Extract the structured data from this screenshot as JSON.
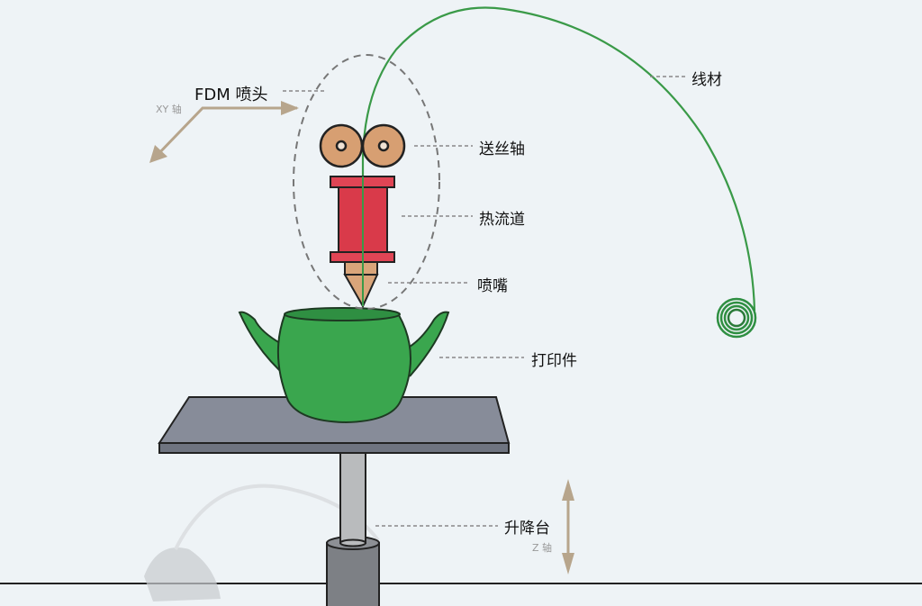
{
  "labels": {
    "fdm_head": "FDM 喷头",
    "xy_axis": "XY 轴",
    "feed_roller": "送丝轴",
    "hot_end": "热流道",
    "nozzle": "喷嘴",
    "print_part": "打印件",
    "filament": "线材",
    "lift_platform": "升降台",
    "z_axis": "Z 轴"
  },
  "colors": {
    "filament": "#3a9a48",
    "teapot": "#3aa64e",
    "hot_end": "#d93a4a",
    "roller": "#d79f72",
    "platform": "#868b98",
    "arrow": "#b7a58c"
  }
}
